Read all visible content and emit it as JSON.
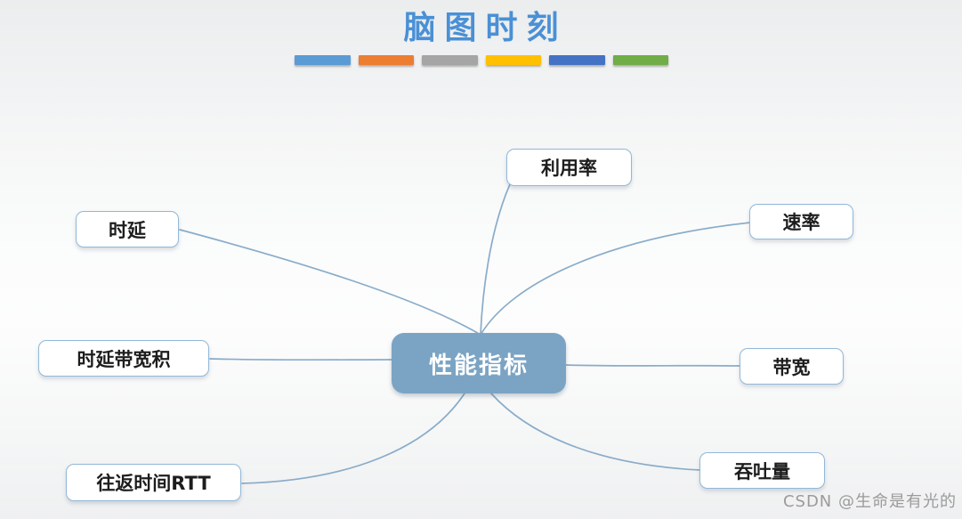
{
  "title": "脑图时刻",
  "title_color": "#4a90d5",
  "divider_bars": [
    {
      "name": "bar-blue",
      "color": "#5B9BD5"
    },
    {
      "name": "bar-orange",
      "color": "#ED7D31"
    },
    {
      "name": "bar-gray",
      "color": "#A5A5A5"
    },
    {
      "name": "bar-yellow",
      "color": "#FFC000"
    },
    {
      "name": "bar-dark-blue",
      "color": "#4472C4"
    },
    {
      "name": "bar-green",
      "color": "#70AD47"
    }
  ],
  "mindmap": {
    "center": {
      "label": "性能指标",
      "fill": "#7BA4C4",
      "text_color": "#FFFFFF"
    },
    "branches": [
      {
        "label": "利用率",
        "position": "top"
      },
      {
        "label": "速率",
        "position": "top-right"
      },
      {
        "label": "带宽",
        "position": "right"
      },
      {
        "label": "吞吐量",
        "position": "bottom-right"
      },
      {
        "label": "往返时间RTT",
        "position": "bottom-left"
      },
      {
        "label": "时延带宽积",
        "position": "left"
      },
      {
        "label": "时延",
        "position": "top-left"
      }
    ],
    "connector_color": "#89acc9",
    "branch_border_color": "#92b8d8"
  },
  "watermark": "CSDN @生命是有光的"
}
